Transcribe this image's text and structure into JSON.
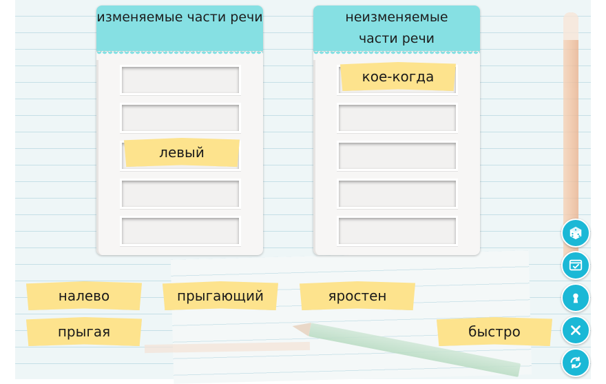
{
  "categories": {
    "left": {
      "title": "изменяемые части речи"
    },
    "right": {
      "title": "неизменяемые части речи"
    }
  },
  "cards": {
    "kogda": "кое-когда",
    "levyy": "левый",
    "nalevo": "налево",
    "prygayushchiy": "прыгающий",
    "yarosten": "яростен",
    "prygaya": "прыгая",
    "bystro": "быстро"
  },
  "toolbar": {
    "dice": "dice-icon",
    "check": "checklist-icon",
    "hint": "keyhole-icon",
    "close": "close-icon",
    "reset": "reset-icon"
  },
  "colors": {
    "header": "#86e0e3",
    "card": "#fde38d",
    "tool": "#1bb8d6"
  }
}
